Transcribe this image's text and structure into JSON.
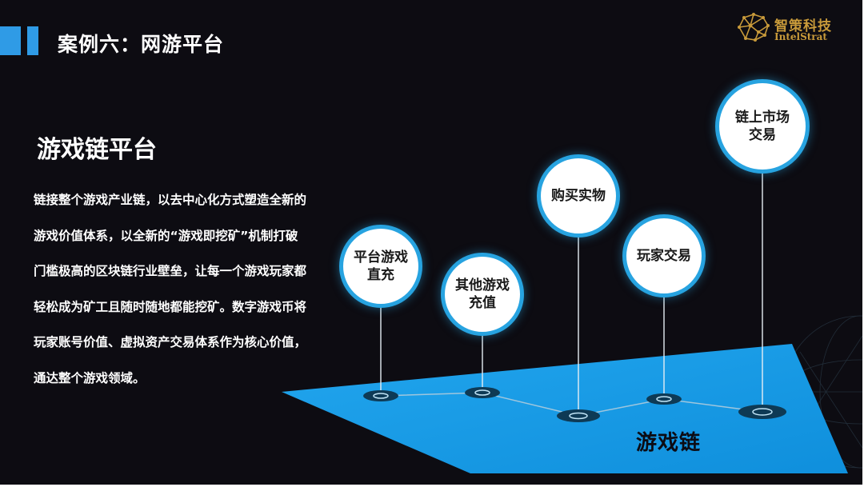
{
  "header": {
    "title": "案例六：网游平台",
    "logo_cn": "智策科技",
    "logo_en": "IntelStrat"
  },
  "main": {
    "section_title": "游戏链平台",
    "paragraph": "链接整个游戏产业链，以去中心化方式塑造全新的游戏价值体系，以全新的“游戏即挖矿”机制打破门槛极高的区块链行业壁垒，让每一个游戏玩家都轻松成为矿工且随时随地都能挖矿。数字游戏币将玩家账号价值、虚拟资产交易体系作为核心价值，通达整个游戏领域。"
  },
  "diagram": {
    "platform_label": "游戏链",
    "nodes": [
      {
        "label": "平台游戏\n直充"
      },
      {
        "label": "其他游戏\n充值"
      },
      {
        "label": "购买实物"
      },
      {
        "label": "玩家交易"
      },
      {
        "label": "链上市场\n交易"
      }
    ]
  },
  "colors": {
    "background": "#0d0c12",
    "accent_blue": "#2f9be6",
    "logo_gold": "#c89a3a"
  }
}
